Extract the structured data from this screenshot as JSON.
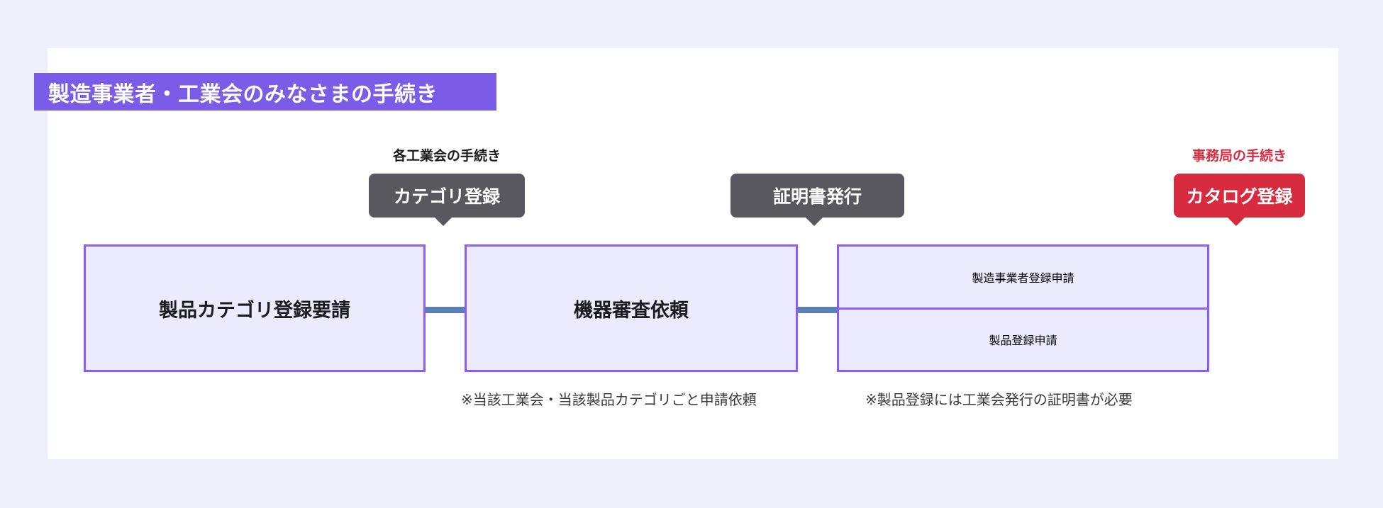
{
  "page": {
    "background_color": "#eef0fb",
    "card_background": "#ffffff"
  },
  "header": {
    "title": "製造事業者・工業会のみなさまの手続き",
    "banner_color": "#7b5ce6",
    "title_color": "#ffffff"
  },
  "captions": [
    {
      "text": "各工業会の手続き",
      "color": "#1c1c1e"
    },
    {
      "text": "事務局の手続き",
      "color": "#d92b3f"
    }
  ],
  "badges": [
    {
      "label": "カテゴリ登録",
      "color": "#58585e",
      "style": "gray"
    },
    {
      "label": "証明書発行",
      "color": "#58585e",
      "style": "gray"
    },
    {
      "label": "カタログ登録",
      "color": "#d92b3f",
      "style": "red"
    }
  ],
  "flow": {
    "box_border_color": "#8b5cf6",
    "box_fill_color": "#ecebfd",
    "connector_color": "#5b80b8",
    "steps": [
      {
        "label": "製品カテゴリ登録要請"
      },
      {
        "label": "機器審査依頼"
      }
    ],
    "final_step": {
      "rows": [
        {
          "label": "製造事業者登録申請"
        },
        {
          "label": "製品登録申請"
        }
      ]
    }
  },
  "footnotes": [
    {
      "text": "※当該工業会・当該製品カテゴリごと申請依頼"
    },
    {
      "text": "※製品登録には工業会発行の証明書が必要"
    }
  ]
}
